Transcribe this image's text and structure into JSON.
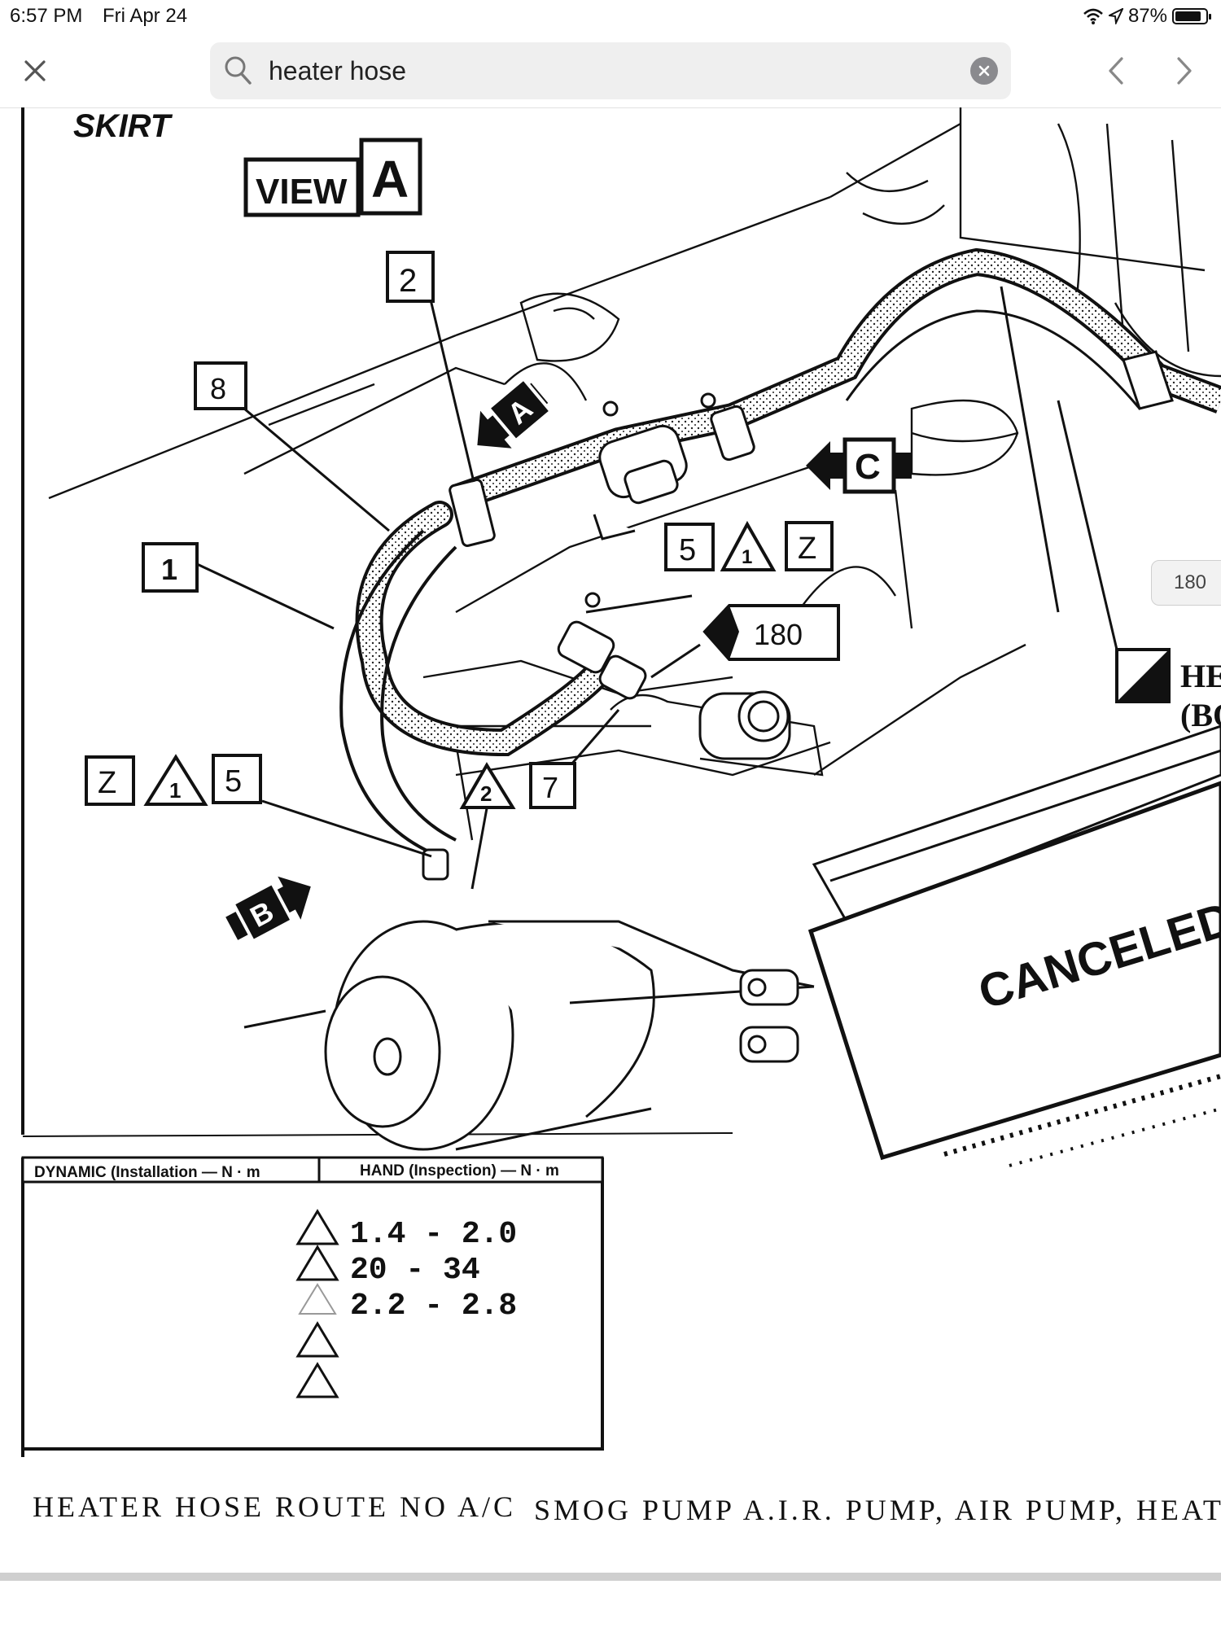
{
  "status_bar": {
    "time": "6:57 PM",
    "date": "Fri Apr 24",
    "battery_text": "87%",
    "battery_level": 0.87
  },
  "search": {
    "query": "heater hose"
  },
  "diagram": {
    "labels": {
      "skirt": "SKIRT",
      "view": "VIEW",
      "view_letter": "A",
      "ref_2": "2",
      "ref_8": "8",
      "ref_1": "1",
      "ref_5_top": "5",
      "ref_1_top": "1",
      "ref_z_top": "Z",
      "ref_z_left": "Z",
      "ref_1_left": "1",
      "ref_5_left": "5",
      "ref_2_tri": "2",
      "ref_7": "7",
      "arrow_a": "A",
      "arrow_b": "B",
      "arrow_c": "C",
      "torque_180": "180",
      "he_partial": "HE",
      "bo_partial": "(BO",
      "canceled": "CANCELED"
    },
    "torque_table": {
      "header_left": "DYNAMIC (Installation — N · m",
      "header_right": "HAND (Inspection) — N · m",
      "rows": [
        {
          "symbol": "triangle-1",
          "value": "1.4 - 2.0"
        },
        {
          "symbol": "triangle-2",
          "value": "20 - 34"
        },
        {
          "symbol": "triangle-3",
          "value": "2.2 - 2.8"
        },
        {
          "symbol": "triangle-4",
          "value": ""
        },
        {
          "symbol": "triangle-5",
          "value": ""
        }
      ]
    }
  },
  "page_indicator": "180",
  "captions": {
    "left": "HEATER HOSE ROUTE NO A/C",
    "right": "SMOG PUMP A.I.R. PUMP, AIR PUMP, HEAT"
  }
}
